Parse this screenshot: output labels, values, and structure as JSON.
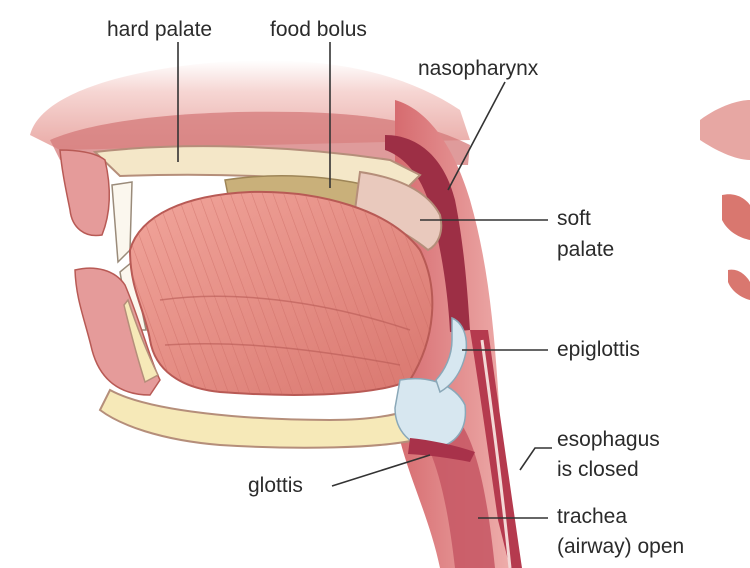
{
  "labels": {
    "hard_palate": "hard palate",
    "food_bolus": "food bolus",
    "nasopharynx": "nasopharynx",
    "soft_palate_line1": "soft",
    "soft_palate_line2": "palate",
    "epiglottis": "epiglottis",
    "esophagus_line1": "esophagus",
    "esophagus_line2": "is closed",
    "glottis": "glottis",
    "trachea_line1": "trachea",
    "trachea_line2": "(airway) open"
  },
  "colors": {
    "skin": "#e7a7a3",
    "skin_dark": "#c9706f",
    "muscle": "#e38f86",
    "muscle_dark": "#b85a55",
    "bone": "#f4e7c8",
    "bone_outline": "#b58e7a",
    "bolus": "#c9b07a",
    "airway": "#a8324a",
    "cartilage": "#d7e7f0"
  }
}
